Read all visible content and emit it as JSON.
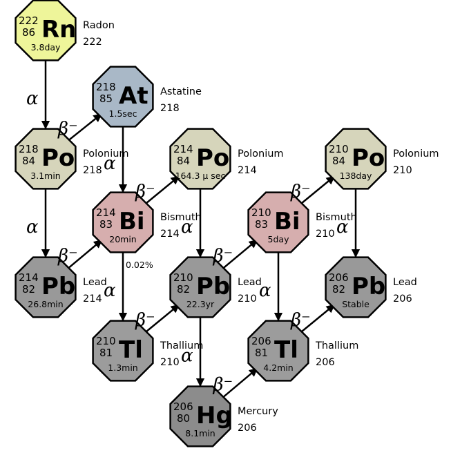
{
  "colors": {
    "Rn": "#eef59a",
    "At": "#a9b8c7",
    "Po": "#d6d5bb",
    "Bi": "#d6aeae",
    "Pb": "#999999",
    "Tl": "#9c9c9c",
    "Hg": "#8c8c8c"
  },
  "nuclides": [
    {
      "id": "rn222",
      "symbol": "Rn",
      "mass": "222",
      "z": "86",
      "halflife": "3.8day",
      "element": "Radon",
      "isotope": "222"
    },
    {
      "id": "at218",
      "symbol": "At",
      "mass": "218",
      "z": "85",
      "halflife": "1.5sec",
      "element": "Astatine",
      "isotope": "218"
    },
    {
      "id": "po218",
      "symbol": "Po",
      "mass": "218",
      "z": "84",
      "halflife": "3.1min",
      "element": "Polonium",
      "isotope": "218"
    },
    {
      "id": "po214",
      "symbol": "Po",
      "mass": "214",
      "z": "84",
      "halflife": "164.3 μ sec",
      "element": "Polonium",
      "isotope": "214"
    },
    {
      "id": "po210",
      "symbol": "Po",
      "mass": "210",
      "z": "84",
      "halflife": "138day",
      "element": "Polonium",
      "isotope": "210"
    },
    {
      "id": "bi214",
      "symbol": "Bi",
      "mass": "214",
      "z": "83",
      "halflife": "20min",
      "element": "Bismuth",
      "isotope": "214"
    },
    {
      "id": "bi210",
      "symbol": "Bi",
      "mass": "210",
      "z": "83",
      "halflife": "5day",
      "element": "Bismuth",
      "isotope": "210"
    },
    {
      "id": "pb214",
      "symbol": "Pb",
      "mass": "214",
      "z": "82",
      "halflife": "26.8min",
      "element": "Lead",
      "isotope": "214"
    },
    {
      "id": "pb210",
      "symbol": "Pb",
      "mass": "210",
      "z": "82",
      "halflife": "22.3yr",
      "element": "Lead",
      "isotope": "210"
    },
    {
      "id": "pb206",
      "symbol": "Pb",
      "mass": "206",
      "z": "82",
      "halflife": "Stable",
      "element": "Lead",
      "isotope": "206"
    },
    {
      "id": "tl210",
      "symbol": "Tl",
      "mass": "210",
      "z": "81",
      "halflife": "1.3min",
      "element": "Thallium",
      "isotope": "210"
    },
    {
      "id": "tl206",
      "symbol": "Tl",
      "mass": "206",
      "z": "81",
      "halflife": "4.2min",
      "element": "Thallium",
      "isotope": "206"
    },
    {
      "id": "hg206",
      "symbol": "Hg",
      "mass": "206",
      "z": "80",
      "halflife": "8.1min",
      "element": "Mercury",
      "isotope": "206"
    }
  ],
  "decays": [
    {
      "from": "rn222",
      "to": "po218",
      "type": "alpha",
      "label": "α"
    },
    {
      "from": "po218",
      "to": "at218",
      "type": "beta",
      "label": "β⁻"
    },
    {
      "from": "at218",
      "to": "bi214",
      "type": "alpha",
      "label": "α"
    },
    {
      "from": "po218",
      "to": "pb214",
      "type": "alpha",
      "label": "α"
    },
    {
      "from": "pb214",
      "to": "bi214",
      "type": "beta",
      "label": "β⁻"
    },
    {
      "from": "bi214",
      "to": "po214",
      "type": "beta",
      "label": "β⁻"
    },
    {
      "from": "bi214",
      "to": "tl210",
      "type": "alpha",
      "label": "α"
    },
    {
      "from": "po214",
      "to": "pb210",
      "type": "alpha",
      "label": "α"
    },
    {
      "from": "tl210",
      "to": "pb210",
      "type": "beta",
      "label": "β⁻"
    },
    {
      "from": "pb210",
      "to": "bi210",
      "type": "beta",
      "label": "β⁻"
    },
    {
      "from": "pb210",
      "to": "hg206",
      "type": "alpha",
      "label": "α"
    },
    {
      "from": "bi210",
      "to": "po210",
      "type": "beta",
      "label": "β⁻"
    },
    {
      "from": "bi210",
      "to": "tl206",
      "type": "alpha",
      "label": "α"
    },
    {
      "from": "po210",
      "to": "pb206",
      "type": "alpha",
      "label": "α"
    },
    {
      "from": "hg206",
      "to": "tl206",
      "type": "beta",
      "label": "β⁻"
    },
    {
      "from": "tl206",
      "to": "pb206",
      "type": "beta",
      "label": "β⁻"
    }
  ],
  "branch_label": "0.02%"
}
